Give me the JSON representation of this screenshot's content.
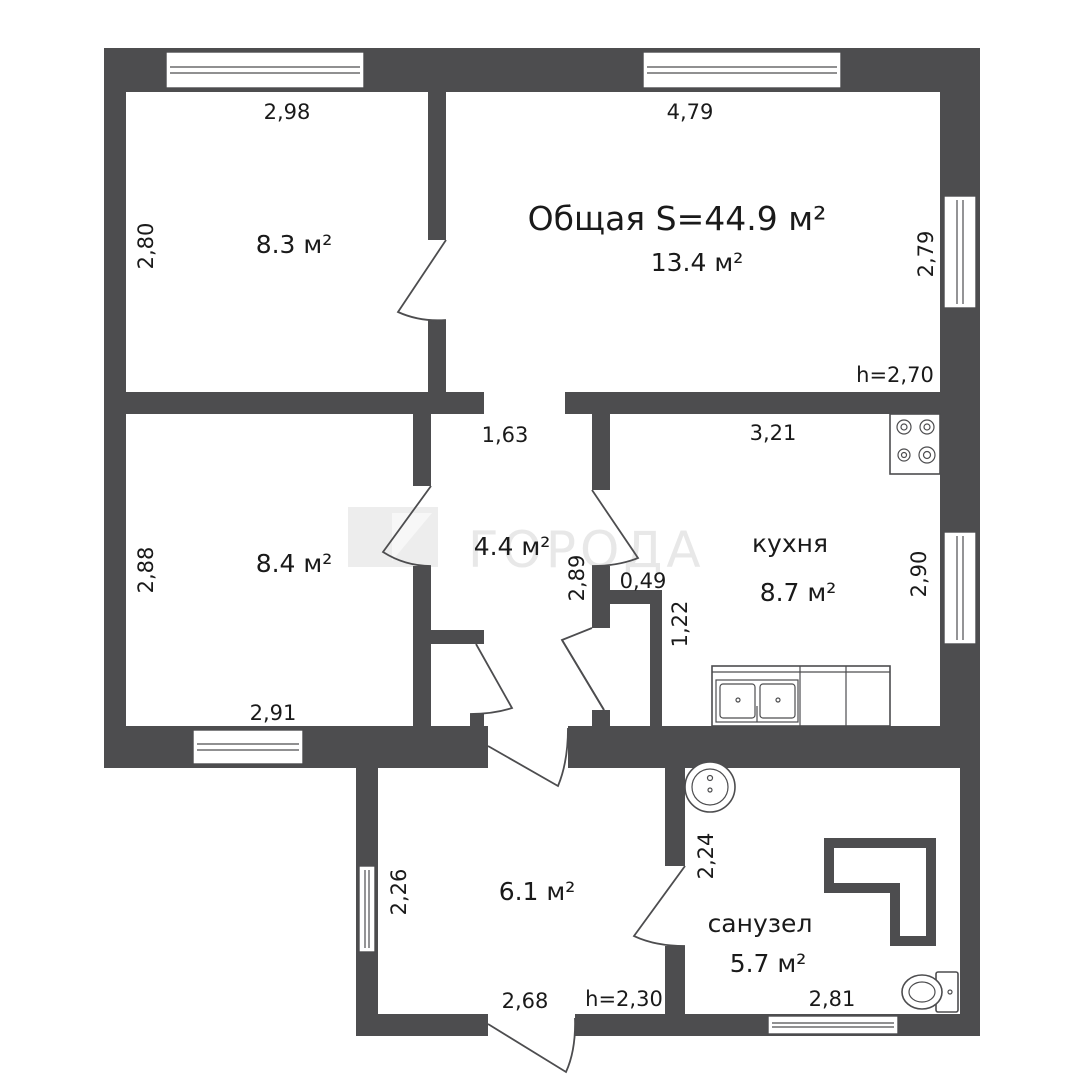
{
  "summary": {
    "total_area": "Общая S=44.9 м²",
    "height_main": "h=2,70",
    "height_annex": "h=2,30"
  },
  "rooms": {
    "room_top_left": {
      "area": "8.3 м²",
      "width": "2,98",
      "length": "2,80"
    },
    "room_top_right": {
      "area": "13.4 м²",
      "width": "4,79",
      "length": "2,79"
    },
    "room_mid_left": {
      "area": "8.4 м²",
      "width": "2,91",
      "length": "2,88"
    },
    "hallway": {
      "area": "4.4 м²",
      "width": "1,63",
      "length": "2,89"
    },
    "kitchen": {
      "name": "кухня",
      "area": "8.7 м²",
      "width": "3,21",
      "length": "2,90"
    },
    "closet": {
      "width": "0,49",
      "length": "1,22"
    },
    "entry": {
      "area": "6.1 м²",
      "width": "2,68",
      "length": "2,26"
    },
    "bathroom": {
      "name": "санузел",
      "area": "5.7 м²",
      "width": "2,81",
      "length": "2,24"
    }
  },
  "watermark": "ГОРОДА",
  "colors": {
    "wall": "#4d4d4f",
    "background": "#ffffff",
    "text": "#1a1a1a",
    "watermark": "#e8e8e8"
  }
}
